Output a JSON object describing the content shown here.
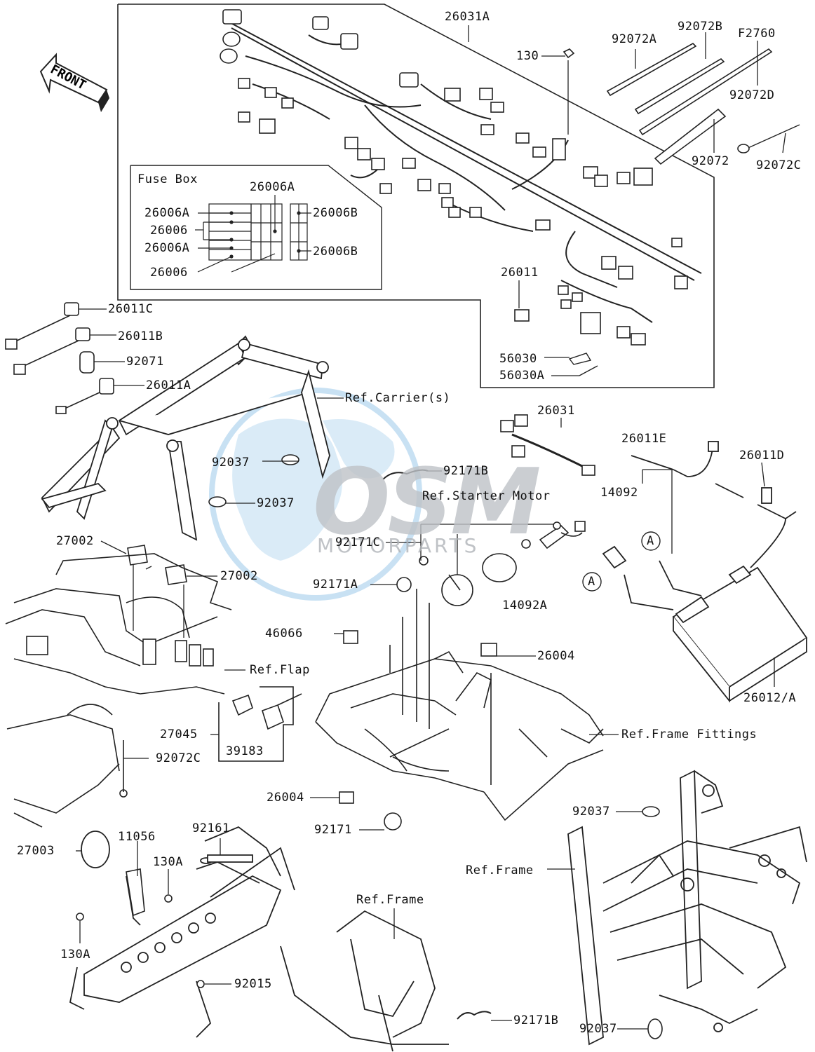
{
  "front_badge": "FRONT",
  "fuse_box": {
    "title": "Fuse Box",
    "labels": [
      "26006A",
      "26006A",
      "26006",
      "26006A",
      "26006",
      "26006B",
      "26006B"
    ]
  },
  "watermark": {
    "brand": "OSM",
    "sub": "MOTORPARTS"
  },
  "callouts": [
    "A",
    "A"
  ],
  "labels": {
    "l26031A": "26031A",
    "l92072A": "92072A",
    "l92072B": "92072B",
    "lF2760": "F2760",
    "l130": "130",
    "l92072D": "92072D",
    "l92072": "92072",
    "l92072C_top": "92072C",
    "l26011": "26011",
    "l56030": "56030",
    "l56030A": "56030A",
    "l26011C": "26011C",
    "l26011B": "26011B",
    "l92071": "92071",
    "l26011A": "26011A",
    "lRefCarrier": "Ref.Carrier(s)",
    "l26031": "26031",
    "l26011E": "26011E",
    "l26011D": "26011D",
    "l92037_a": "92037",
    "l92037_b": "92037",
    "l92171B_top": "92171B",
    "l14092": "14092",
    "lRefStarter": "Ref.Starter Motor",
    "l27002_a": "27002",
    "l27002_b": "27002",
    "l92171C": "92171C",
    "l92171A": "92171A",
    "l14092A": "14092A",
    "l46066": "46066",
    "l26004_a": "26004",
    "lRefFlap": "Ref.Flap",
    "l26012A": "26012/A",
    "l27045": "27045",
    "l39183": "39183",
    "lRefFrameFittings": "Ref.Frame Fittings",
    "l92072C": "92072C",
    "l26004_b": "26004",
    "l92171": "92171",
    "l92037_c": "92037",
    "l27003": "27003",
    "l11056": "11056",
    "l92161": "92161",
    "l130A_a": "130A",
    "lRefFrame_a": "Ref.Frame",
    "lRefFrame_b": "Ref.Frame",
    "l130A_b": "130A",
    "l92015": "92015",
    "l92171B_bot": "92171B",
    "l92037_d": "92037"
  }
}
